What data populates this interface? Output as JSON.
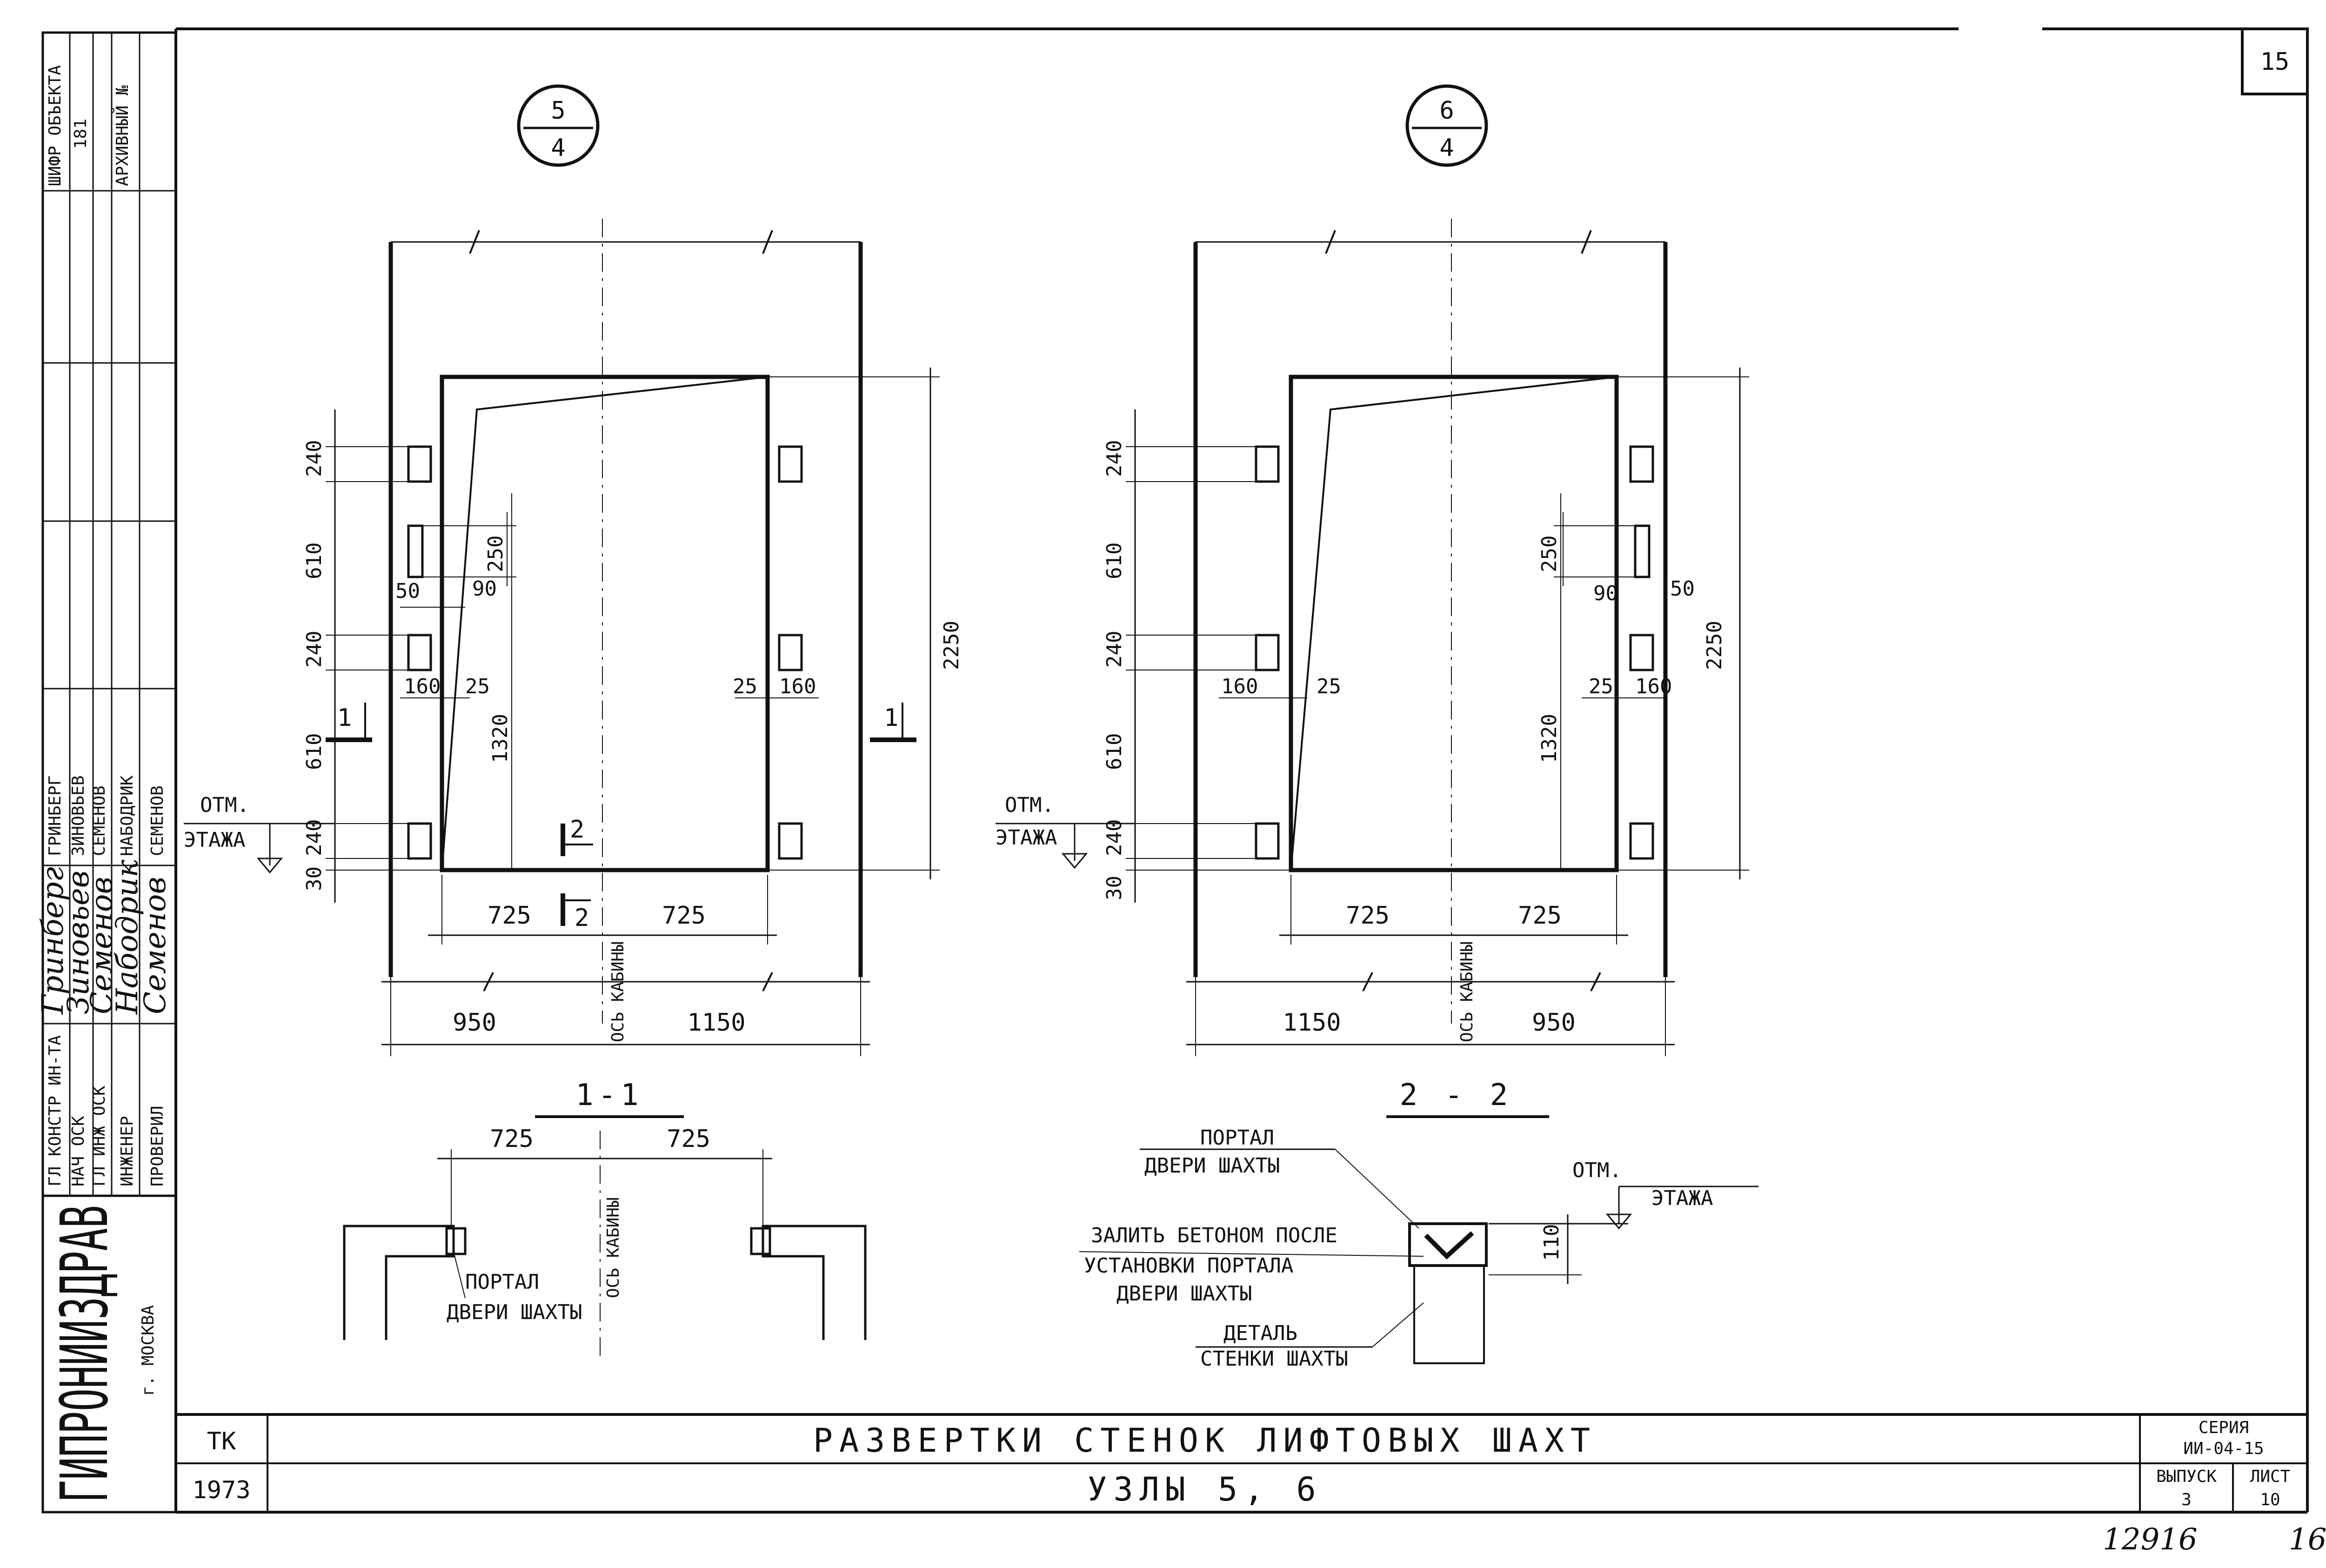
{
  "sheet": {
    "page_no": "15",
    "footer_no_a": "12916",
    "footer_no_b": "16"
  },
  "stamp": {
    "object_code_label": "ШИФР ОБЪЕКТА",
    "object_code": "181",
    "archive_label": "АРХИВНЫЙ №",
    "roles": [
      "ГЛ КОНСТР ИН-ТА",
      "НАЧ ОСК",
      "ГЛ ИНЖ ОСК",
      "ИНЖЕНЕР",
      "ПРОВЕРИЛ"
    ],
    "names": [
      "ГРИНБЕРГ",
      "ЗИНОВЬЕВ",
      "СЕМЕНОВ",
      "НАБОДРИК",
      "СЕМЕНОВ"
    ],
    "signatures": [
      "Гринберг",
      "Зиновьев",
      "Семенов",
      "Набодрик",
      "Семенов"
    ],
    "org": "ГИПРОНИИЗДРАВ",
    "city": "г. МОСКВА"
  },
  "title_block": {
    "code": "ТК",
    "year": "1973",
    "title": "РАЗВЕРТКИ СТЕНОК ЛИФТОВЫХ ШАХТ",
    "subtitle": "УЗЛЫ 5, 6",
    "series_label": "СЕРИЯ",
    "series": "ИИ-04-15",
    "issue_label": "ВЫПУСК",
    "issue": "3",
    "sheet_label": "ЛИСТ",
    "sheet": "10"
  },
  "view_left": {
    "marker_top": "5",
    "marker_bottom": "4",
    "section_title": "1-1",
    "dims_vertical": [
      "240",
      "610",
      "240",
      "610",
      "240",
      "30"
    ],
    "dim_250": "250",
    "dim_90": "90",
    "dim_50": "50",
    "dim_160": "160",
    "dim_25": "25",
    "dim_1320": "1320",
    "dim_2250": "2250",
    "dim_25_r": "25",
    "dim_160_r": "160",
    "dim_725_l": "725",
    "dim_725_r": "725",
    "dim_950": "950",
    "dim_1150": "1150",
    "axis_label": "ОСЬ КАБИНЫ",
    "level_label_1": "ОТМ.",
    "level_label_2": "ЭТАЖА",
    "cut_1": "1",
    "cut_2": "2"
  },
  "view_right": {
    "marker_top": "6",
    "marker_bottom": "4",
    "section_title": "2 - 2",
    "dims_vertical": [
      "240",
      "610",
      "240",
      "610",
      "240",
      "30"
    ],
    "dim_250": "250",
    "dim_90": "90",
    "dim_50": "50",
    "dim_160": "160",
    "dim_25": "25",
    "dim_1320": "1320",
    "dim_2250": "2250",
    "dim_25_r": "25",
    "dim_160_r": "160",
    "dim_725_l": "725",
    "dim_725_r": "725",
    "dim_1150": "1150",
    "dim_950": "950",
    "axis_label": "ОСЬ КАБИНЫ",
    "level_label_1": "ОТМ.",
    "level_label_2": "ЭТАЖА"
  },
  "section_left": {
    "dim_725_l": "725",
    "dim_725_r": "725",
    "axis_label": "ОСЬ КАБИНЫ",
    "portal_label_1": "ПОРТАЛ",
    "portal_label_2": "ДВЕРИ ШАХТЫ"
  },
  "section_right": {
    "portal_label_1": "ПОРТАЛ",
    "portal_label_2": "ДВЕРИ ШАХТЫ",
    "level_label_1": "ОТМ.",
    "level_label_2": "ЭТАЖА",
    "concrete_note_1": "ЗАЛИТЬ БЕТОНОМ ПОСЛЕ",
    "concrete_note_2": "УСТАНОВКИ ПОРТАЛА",
    "concrete_note_3": "ДВЕРИ ШАХТЫ",
    "detail_label_1": "ДЕТАЛЬ",
    "detail_label_2": "СТЕНКИ ШАХТЫ",
    "dim_110": "110"
  }
}
